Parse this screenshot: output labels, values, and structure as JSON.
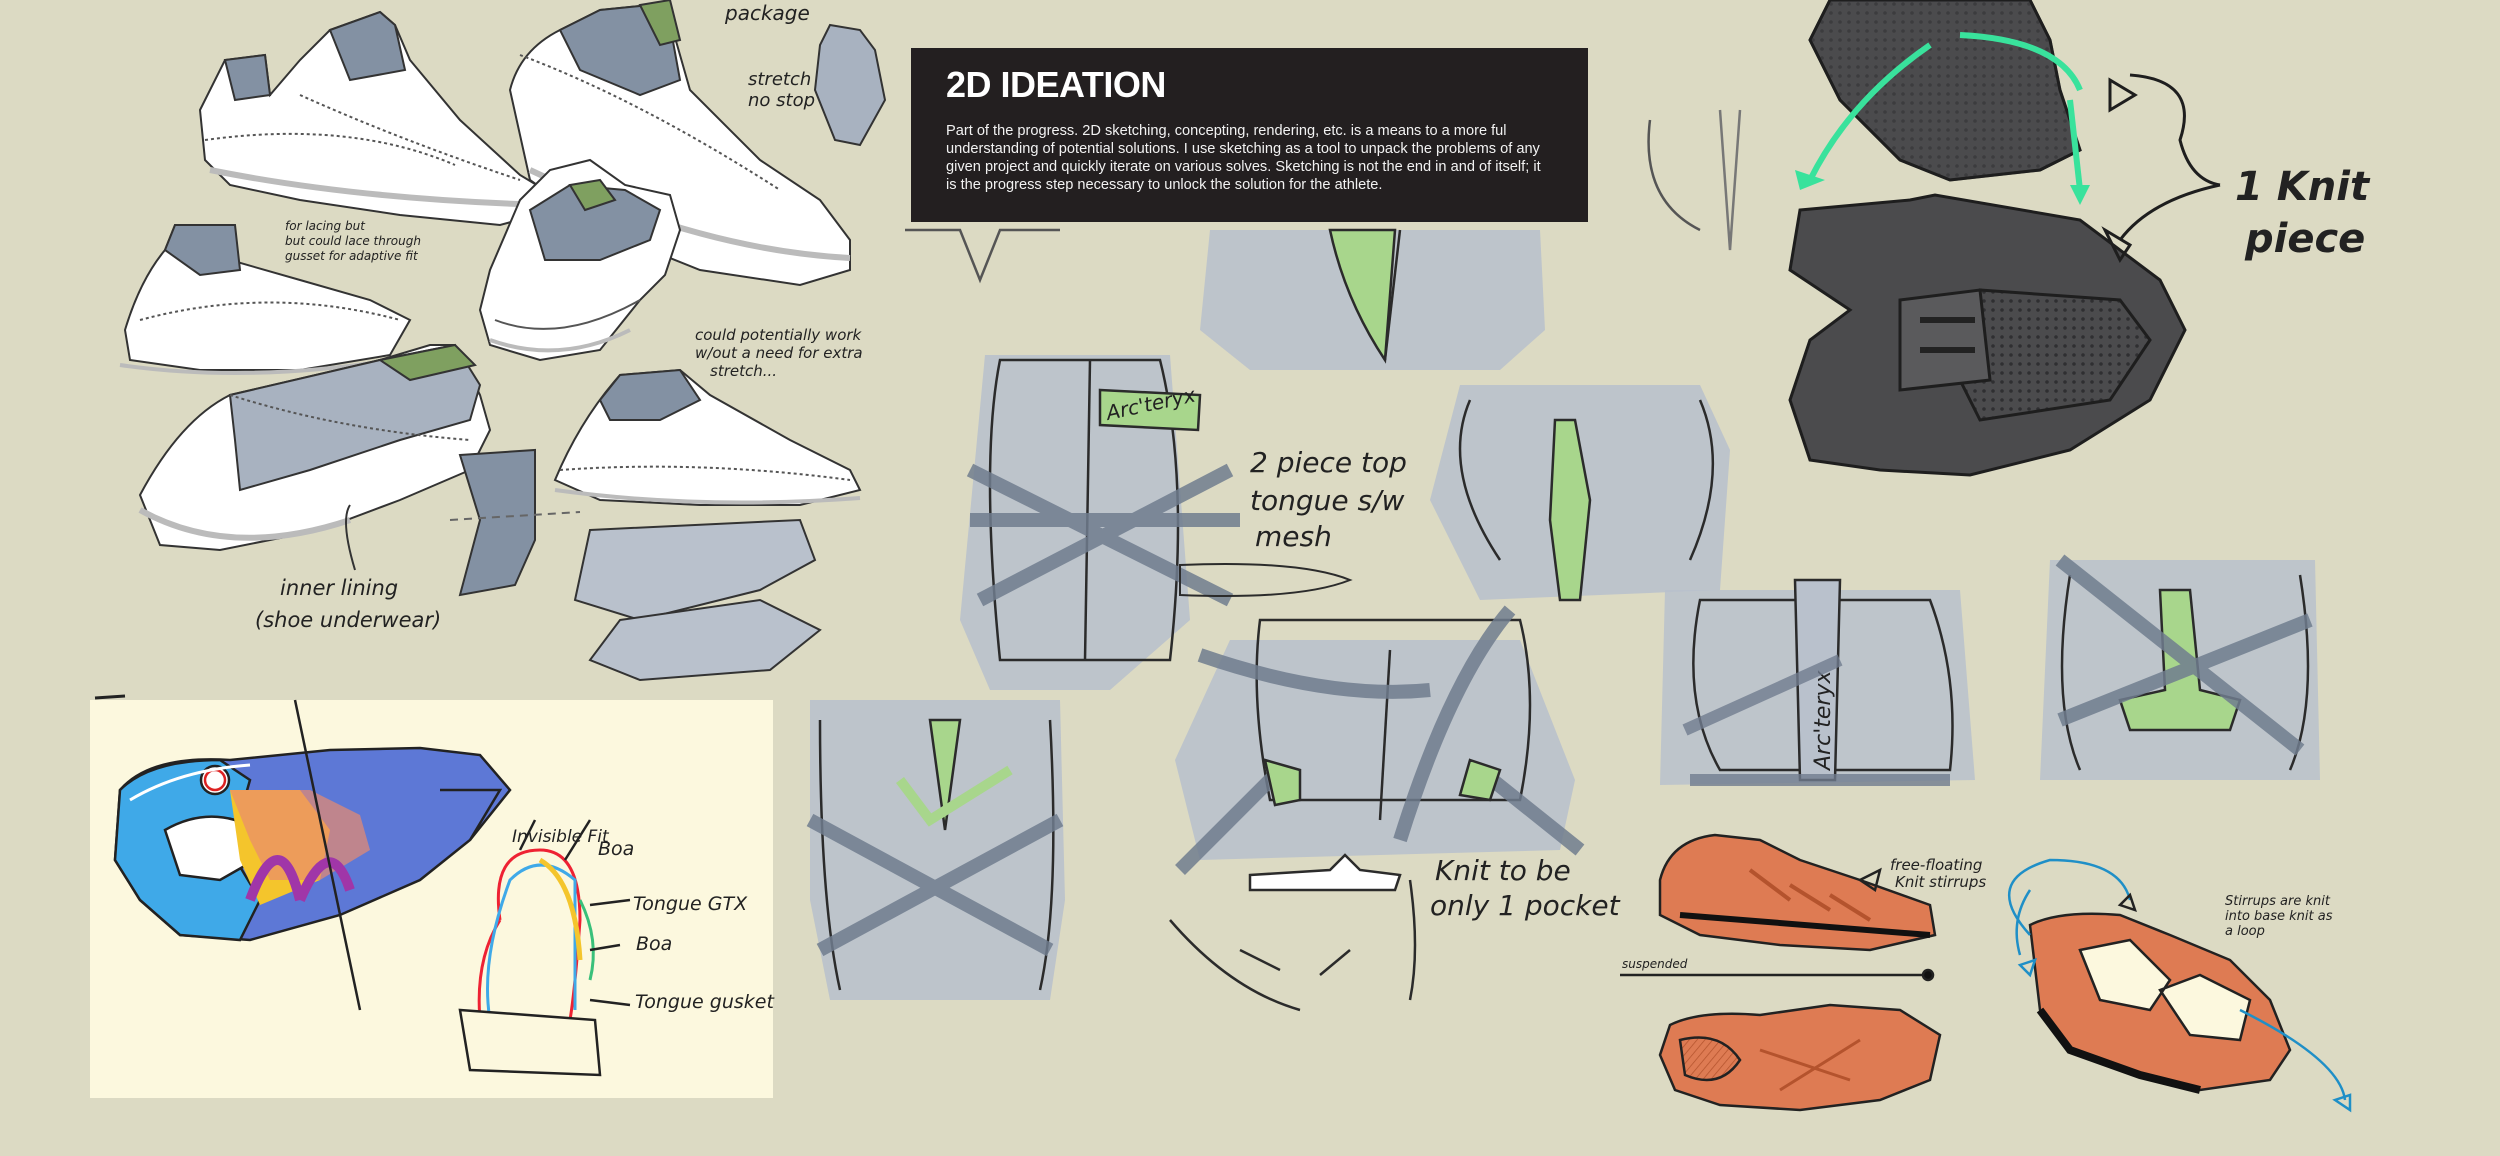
{
  "header": {
    "title": "2D IDEATION",
    "description": "Part of the progress. 2D sketching, concepting, rendering, etc. is a means to a more ful understanding of potential solutions. I use sketching as a tool to unpack the problems of any given project and quickly iterate on various solves. Sketching is not the end in and of itself; it is the progress step necessary to unlock the solution for the athlete."
  },
  "annotations": {
    "package": "package",
    "stretch_1": "stretch",
    "stretch_2": "no stop",
    "lacing_1": "for lacing but",
    "lacing_2": "but could lace through",
    "lacing_3": "gusset for adaptive fit",
    "work_1": "could potentially work",
    "work_2": "w/out a need for extra",
    "work_3": "stretch...",
    "liner_1": "inner lining",
    "liner_2": "(shoe underwear)",
    "tongue_1": "2 piece top",
    "tongue_2": "tongue s/w",
    "tongue_3": "mesh",
    "arcteryx": "Arc'teryx",
    "knit_1": "1 Knit",
    "knit_2": "piece",
    "pocket_1": "Knit to be",
    "pocket_2": "only 1 pocket",
    "invisible_fit": "Invisible Fit",
    "boa_1": "Boa",
    "tongue_gtx": "Tongue GTX",
    "boa_2": "Boa",
    "tongue_gusket": "Tongue gusket",
    "free_1": "free-floating",
    "free_2": "Knit stirrups",
    "suspended": "suspended",
    "stirrups_1": "Stirrups are knit",
    "stirrups_2": "into base knit as",
    "stirrups_3": "a loop"
  },
  "colors": {
    "background": "#dcdac3",
    "info_box": "#231f20",
    "sketch_blue_gray": "#b9c1cc",
    "shoe_slate": "#8391a3",
    "accent_green": "#a8d68c",
    "knit_dark": "#4b4b4d",
    "arrow_mint": "#39e29c",
    "orange_shoe": "#de7b53",
    "render_blue": "#5d78d6",
    "render_yellow": "#f4c52c"
  }
}
